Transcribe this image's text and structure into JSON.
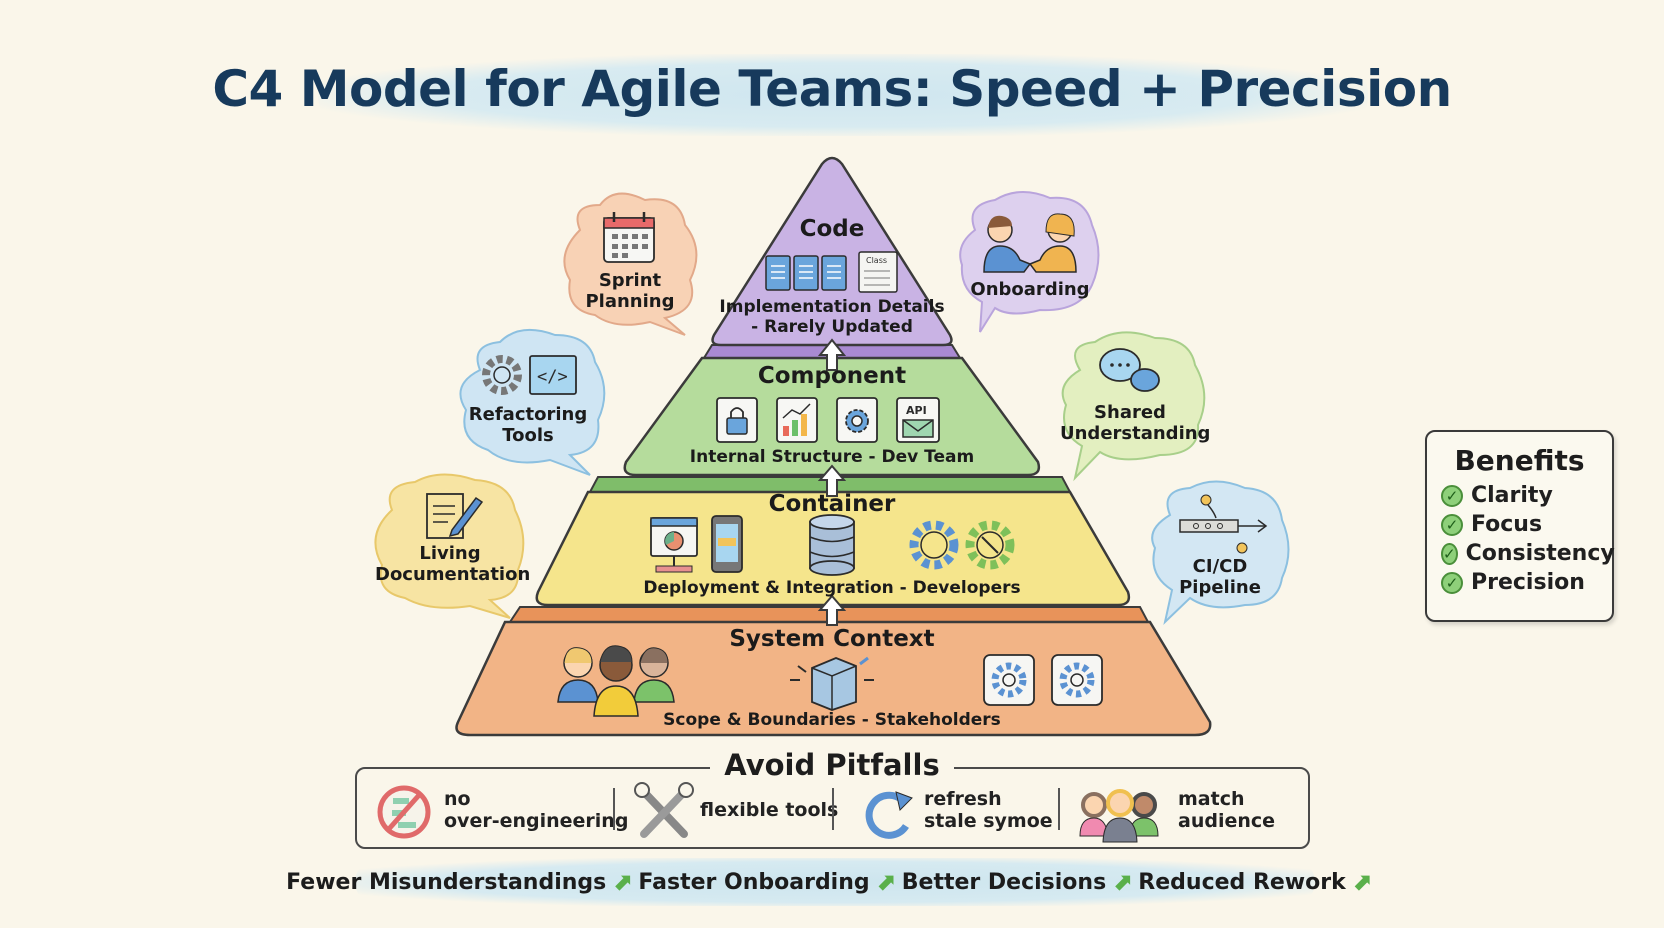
{
  "title": "C4 Model for Agile Teams: Speed + Precision",
  "pyramid": {
    "layers": [
      {
        "title": "Code",
        "description": "Implementation Details\n- Rarely Updated",
        "desc_line1": "Implementation Details",
        "desc_line2": "- Rarely Updated",
        "color": "#c9b3e4",
        "icons": [
          "file-icon",
          "file-icon",
          "file-icon",
          "class-file-icon"
        ],
        "class_icon_text": "Class"
      },
      {
        "title": "Component",
        "description": "Internal Structure - Dev Team",
        "color": "#b5dc9c",
        "icons": [
          "lock-file-icon",
          "chart-file-icon",
          "gear-file-icon",
          "api-mail-file-icon"
        ],
        "api_text": "API"
      },
      {
        "title": "Container",
        "description": "Deployment & Integration - Developers",
        "color": "#f5e58c",
        "icons": [
          "web-app-icon",
          "mobile-app-icon",
          "database-icon",
          "gear-icon",
          "gear-tool-icon"
        ]
      },
      {
        "title": "System Context",
        "description": "Scope & Boundaries - Stakeholders",
        "color": "#f2b486",
        "icons": [
          "people-icon",
          "system-box-icon",
          "gear-icon",
          "gear-icon"
        ]
      }
    ]
  },
  "bubbles": [
    {
      "label_line1": "Sprint",
      "label_line2": "Planning",
      "icon": "calendar-icon",
      "color": "#f8d2b5"
    },
    {
      "label_line1": "Refactoring",
      "label_line2": "Tools",
      "icon": "gear-code-icon",
      "color": "#cfe5f3"
    },
    {
      "label_line1": "Living",
      "label_line2": "Documentation",
      "icon": "document-pencil-icon",
      "color": "#f7e4a3"
    },
    {
      "label_line1": "Onboarding",
      "label_line2": "",
      "icon": "handshake-icon",
      "color": "#ddd0ee"
    },
    {
      "label_line1": "Shared",
      "label_line2": "Understanding",
      "icon": "chat-bubbles-icon",
      "color": "#e3efc0"
    },
    {
      "label_line1": "CI/CD",
      "label_line2": "Pipeline",
      "icon": "pipeline-icon",
      "color": "#d3e7f3"
    }
  ],
  "benefits": {
    "title": "Benefits",
    "items": [
      "Clarity",
      "Focus",
      "Consistency",
      "Precision"
    ]
  },
  "pitfalls": {
    "title": "Avoid Pitfalls",
    "items": [
      {
        "line1": "no",
        "line2": "over-engineering",
        "icon": "no-diagram-icon"
      },
      {
        "line1": "flexible tools",
        "line2": "",
        "icon": "wrench-screwdriver-icon"
      },
      {
        "line1": "refresh",
        "line2": "stale symoe",
        "icon": "refresh-icon"
      },
      {
        "line1": "match",
        "line2": "audience",
        "icon": "audience-icon"
      }
    ]
  },
  "outcomes": [
    "Fewer Misunderstandings",
    "Faster Onboarding",
    "Better Decisions",
    "Reduced Rework"
  ],
  "arrow_glyph": "⬈",
  "check_glyph": "✓",
  "code_glyph": "</>"
}
